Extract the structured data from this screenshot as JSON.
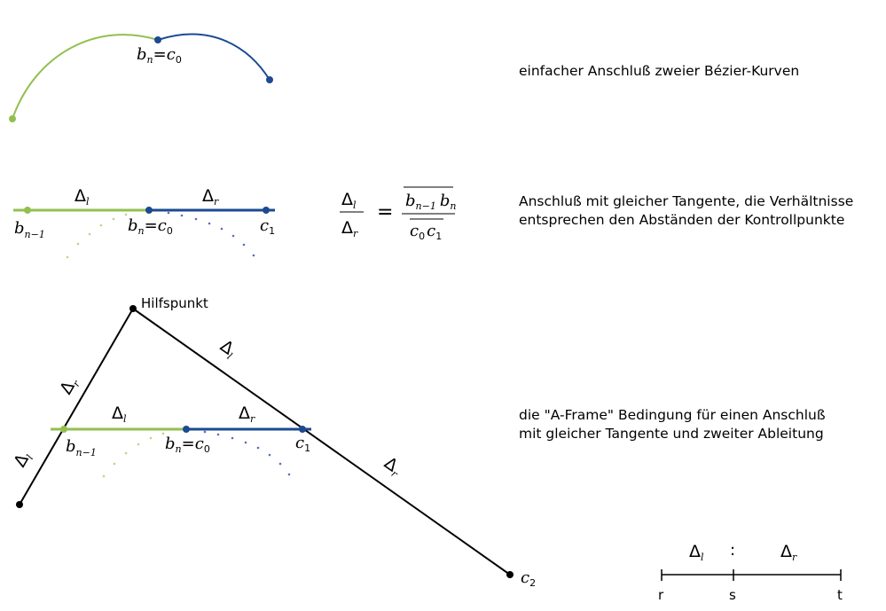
{
  "colors": {
    "green": "#92c050",
    "blue": "#1b4a92",
    "black": "#000000",
    "green_dots": "#b8d68a",
    "blue_dots": "#5a6fbf"
  },
  "captions": {
    "join_simple": "einfacher Anschluß zweier Bézier-Kurven",
    "join_tangent_1": "Anschluß mit gleicher Tangente, die Verhältnisse",
    "join_tangent_2": "entsprechen den Abständen der Kontrollpunkte",
    "aframe_1": "die \"A-Frame\" Bedingung für einen Anschluß",
    "aframe_2": "mit gleicher Tangente und zweiter Ableitung"
  },
  "labels": {
    "hilfspunkt": "Hilfspunkt",
    "delta": "Δ",
    "sub_l": "l",
    "sub_r": "r",
    "b": "b",
    "c": "c",
    "sub_n": "n",
    "sub_n1": "n−1",
    "sub_0": "0",
    "sub_1": "1",
    "sub_2": "2",
    "equals": "=",
    "ratio_colon": ":",
    "param_r": "r",
    "param_s": "s",
    "param_t": "t"
  }
}
